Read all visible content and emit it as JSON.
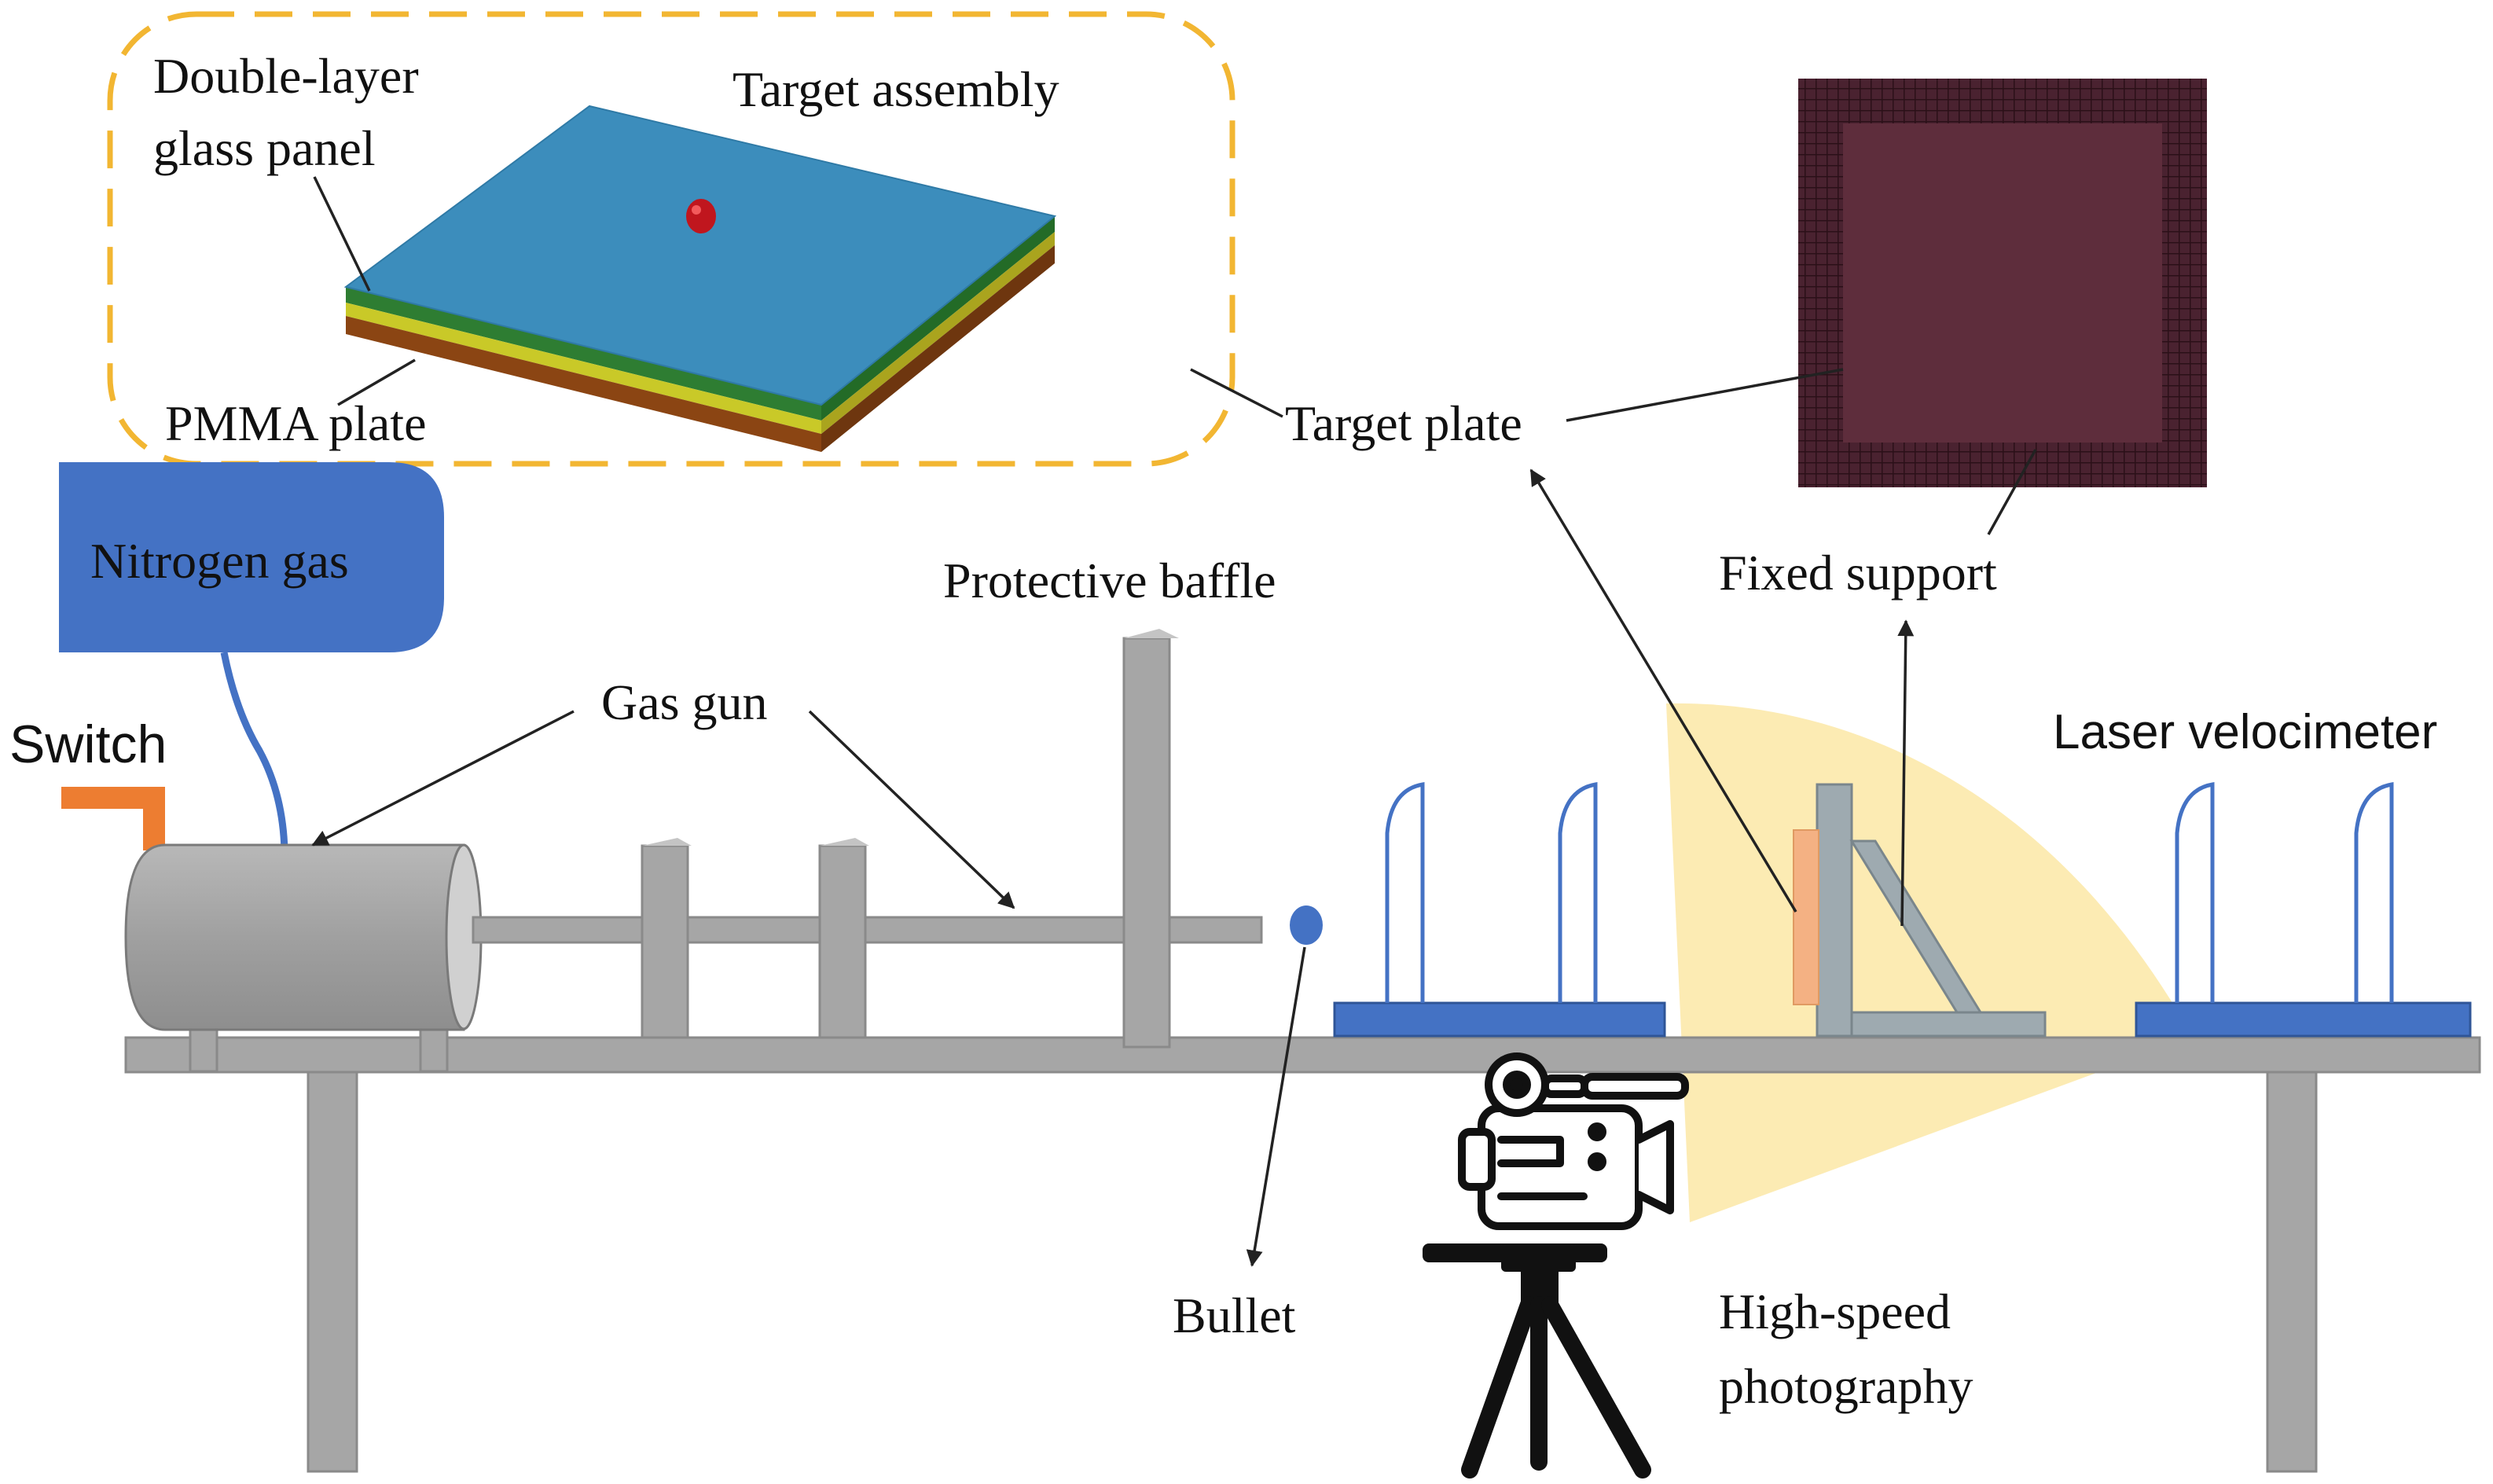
{
  "labels": {
    "double_layer_1": "Double-layer",
    "double_layer_2": "glass panel",
    "target_assembly": "Target assembly",
    "pmma_plate": "PMMA plate",
    "target_plate": "Target plate",
    "nitrogen_gas": "Nitrogen gas",
    "protective_baffle": "Protective baffle",
    "fixed_support": "Fixed support",
    "switch": "Switch",
    "gas_gun": "Gas gun",
    "laser_velocimeter": "Laser velocimeter",
    "bullet": "Bullet",
    "high_speed_1": "High-speed",
    "high_speed_2": "photography"
  },
  "icons": {
    "camera": "high-speed-camera-icon",
    "tripod": "tripod-icon"
  },
  "colors": {
    "frame_gray": "#a6a6a6",
    "nitrogen_blue": "#4472c4",
    "glass_blue": "#3c8dbc",
    "glass_green": "#2e7d32",
    "glass_yellow": "#c9c928",
    "pmma_brown": "#8b4513",
    "target_plate_maroon": "#5e2d3c",
    "dashed_box_gold": "#f2b632",
    "switch_orange": "#ed7d31",
    "rail_blue": "#4472c4",
    "light_beam_yellow": "#fbe8a6",
    "specimen_orange": "#f4b183"
  }
}
